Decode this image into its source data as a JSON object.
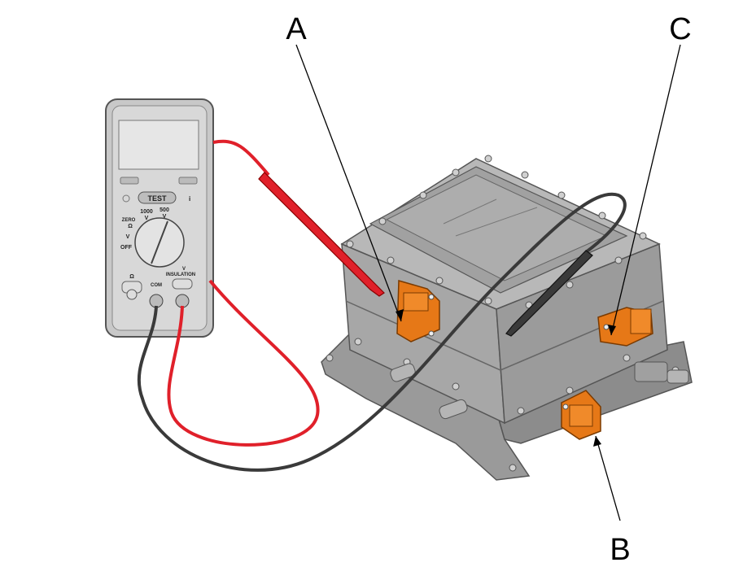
{
  "callouts": {
    "a": "A",
    "b": "B",
    "c": "C"
  },
  "meter": {
    "test_button": "TEST",
    "range_1000": "1000",
    "range_1000_unit": "V",
    "range_500": "500",
    "range_500_unit": "V",
    "zero": "ZERO",
    "ohm": "Ω",
    "dcv": "V",
    "off": "OFF",
    "ohm_jack": "Ω",
    "com_jack": "COM",
    "v_insulation_1": "V",
    "v_insulation_2": "INSULATION"
  },
  "colors": {
    "red_lead": "#e0202a",
    "black_lead": "#3a3a3a",
    "connector": "#e67817",
    "housing": "#a9a9a9",
    "meter_body": "#cfcfcf"
  }
}
